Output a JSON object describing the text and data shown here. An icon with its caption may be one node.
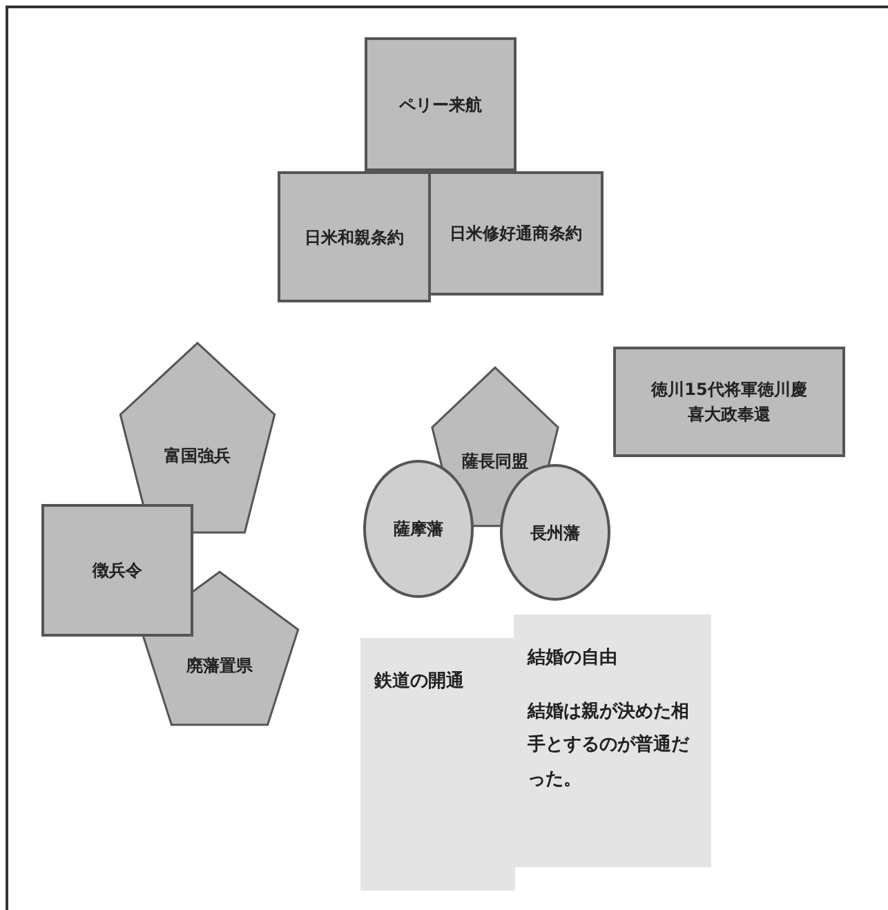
{
  "diagram": {
    "nodes": [
      {
        "text": [
          "ペリー来航"
        ]
      },
      {
        "text": [
          "日米和親条約"
        ]
      },
      {
        "text": [
          "日米修好通商条約"
        ]
      },
      {
        "text": [
          "富国強兵"
        ]
      },
      {
        "text": [
          "徴兵令"
        ]
      },
      {
        "text": [
          "廃藩置県"
        ]
      },
      {
        "text": [
          "薩長同盟"
        ]
      },
      {
        "text": [
          "薩摩藩"
        ]
      },
      {
        "text": [
          "長州藩"
        ]
      },
      {
        "text": [
          "徳川15代将軍徳川慶喜大政奉還"
        ]
      },
      {
        "text": [
          "鉄道の開通"
        ]
      },
      {
        "text": [
          "結婚の自由",
          "結婚は親が決めた相手とするのが普通だった。"
        ]
      }
    ],
    "edges": []
  }
}
